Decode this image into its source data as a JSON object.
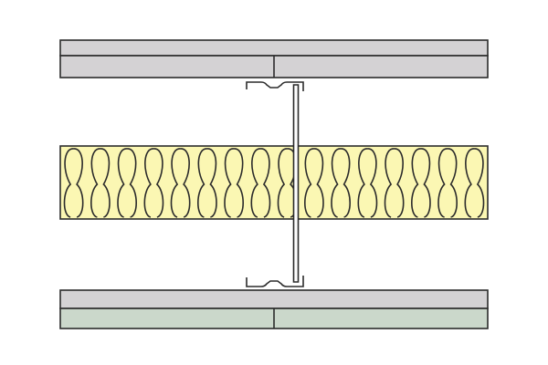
{
  "diagram": {
    "type": "wall-section",
    "components": {
      "top_boards": [
        "plasterboard",
        "plasterboard"
      ],
      "stud": "steel-c-stud",
      "insulation": "mineral-wool",
      "bottom_boards": [
        "plasterboard",
        "plasterboard"
      ]
    },
    "colors": {
      "board_grey": "#d4d2d4",
      "board_green": "#cbd8cb",
      "insulation_fill": "#fbf7b3",
      "stroke": "#2b2b2b",
      "stud_fill": "#ffffff",
      "background": "#ffffff"
    }
  }
}
